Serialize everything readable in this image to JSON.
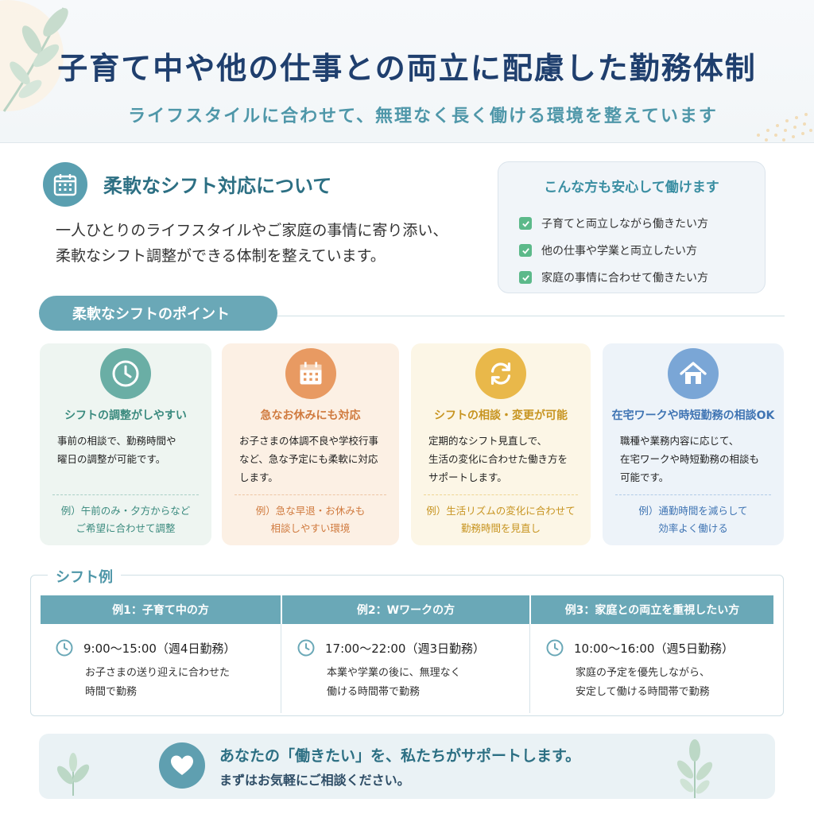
{
  "header": {
    "title": "子育て中や他の仕事との両立に配慮した勤務体制",
    "subtitle": "ライフスタイルに合わせて、無理なく長く働ける環境を整えています"
  },
  "flexible": {
    "heading": "柔軟なシフト対応について",
    "desc_line1": "一人ひとりのライフスタイルやご家庭の事情に寄り添い、",
    "desc_line2": "柔軟なシフト調整ができる体制を整えています。"
  },
  "checklist": {
    "title": "こんな方も安心して働けます",
    "items": [
      "子育てと両立しながら働きたい方",
      "他の仕事や学業と両立したい方",
      "家庭の事情に合わせて働きたい方"
    ]
  },
  "points": {
    "label": "柔軟なシフトのポイント",
    "cards": [
      {
        "title": "シフトの調整がしやすい",
        "body": [
          "事前の相談で、勤務時間や",
          "曜日の調整が可能です。"
        ],
        "example": [
          "例）午前のみ・夕方からなど",
          "ご希望に合わせて調整"
        ],
        "icon": "clock-icon",
        "color": "#6aaea5"
      },
      {
        "title": "急なお休みにも対応",
        "body": [
          "お子さまの体調不良や学校行事",
          "など、急な予定にも柔軟に対応",
          "します。"
        ],
        "example": [
          "例）急な早退・お休みも",
          "相談しやすい環境"
        ],
        "icon": "calendar-icon",
        "color": "#e89a62"
      },
      {
        "title": "シフトの相談・変更が可能",
        "body": [
          "定期的なシフト見直しで、",
          "生活の変化に合わせた働き方を",
          "サポートします。"
        ],
        "example": [
          "例）生活リズムの変化に合わせて",
          "勤務時間を見直し"
        ],
        "icon": "refresh-icon",
        "color": "#e9b84a"
      },
      {
        "title": "在宅ワークや時短勤務の相談OK",
        "body": [
          "職種や業務内容に応じて、",
          "在宅ワークや時短勤務の相談も",
          "可能です。"
        ],
        "example": [
          "例）通勤時間を減らして",
          "効率よく働ける"
        ],
        "icon": "house-icon",
        "color": "#7aa6d6"
      }
    ]
  },
  "shifts": {
    "label": "シフト例",
    "examples": [
      {
        "head": "例1：子育て中の方",
        "time": "9:00〜15:00（週4日勤務）",
        "desc": [
          "お子さまの送り迎えに合わせた",
          "時間で勤務"
        ]
      },
      {
        "head": "例2：Wワークの方",
        "time": "17:00〜22:00（週3日勤務）",
        "desc": [
          "本業や学業の後に、無理なく",
          "働ける時間帯で勤務"
        ]
      },
      {
        "head": "例3：家庭との両立を重視したい方",
        "time": "10:00〜16:00（週5日勤務）",
        "desc": [
          "家庭の予定を優先しながら、",
          "安定して働ける時間帯で勤務"
        ]
      }
    ]
  },
  "footer": {
    "main": "あなたの「働きたい」を、私たちがサポートします。",
    "sub": "まずはお気軽にご相談ください。"
  },
  "colors": {
    "title": "#1f3f6e",
    "accent": "#4f97a9",
    "teal_band": "#6aa8b7",
    "check": "#5cb98a"
  }
}
